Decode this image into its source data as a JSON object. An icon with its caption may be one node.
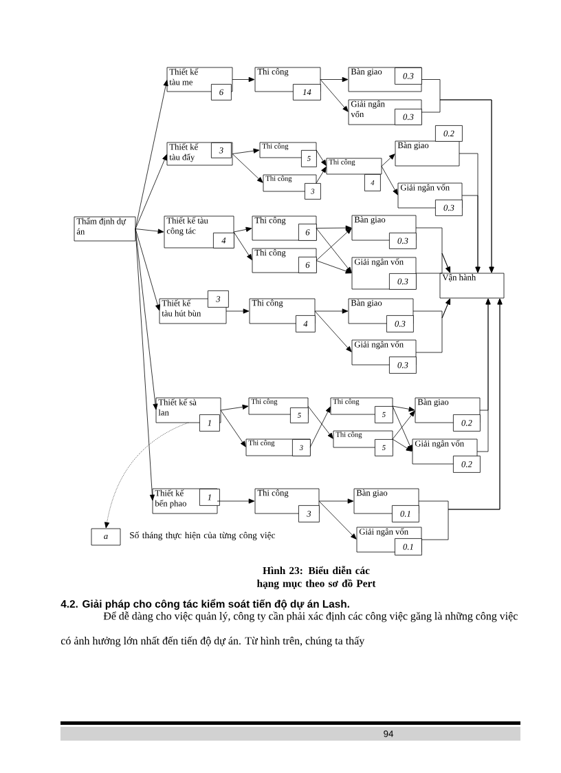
{
  "diagram": {
    "caption": "Hình 23: Biểu diễn các hạng mục theo sơ đồ Pert",
    "nodes": [
      {
        "text": [
          "Thẩm định dự án"
        ]
      },
      {
        "text": [
          "Thiết kế tàu me",
          "6"
        ]
      },
      {
        "text": [
          "Thi công",
          "14"
        ]
      },
      {
        "text": [
          "Bàn giao",
          "0.3"
        ]
      },
      {
        "text": [
          "Giải ngân vốn",
          "0.3"
        ]
      },
      {
        "text": [
          "Thiết kế tàu đẩy",
          "3"
        ]
      },
      {
        "text": [
          "Thi công",
          "5"
        ]
      },
      {
        "text": [
          "Thi công",
          "3"
        ]
      },
      {
        "text": [
          "Thi công",
          "4"
        ]
      },
      {
        "text": [
          "Bàn giao",
          "0.2"
        ]
      },
      {
        "text": [
          "Giải ngân vốn",
          "0.3"
        ]
      },
      {
        "text": [
          "Thiết kế tàu công tác",
          "4"
        ]
      },
      {
        "text": [
          "Thi công",
          "6"
        ]
      },
      {
        "text": [
          "Thi công",
          "6"
        ]
      },
      {
        "text": [
          "Bàn giao",
          "0.3"
        ]
      },
      {
        "text": [
          "Giải ngân vốn",
          "0.3"
        ]
      },
      {
        "text": [
          "Vận hành"
        ]
      },
      {
        "text": [
          "Thiết kế tàu hút bùn",
          "3"
        ]
      },
      {
        "text": [
          "Thi công",
          "4"
        ]
      },
      {
        "text": [
          "Bàn giao",
          "0.3"
        ]
      },
      {
        "text": [
          "Giải ngân vốn",
          "0.3"
        ]
      },
      {
        "text": [
          "Thiết kế sà lan",
          "1"
        ]
      },
      {
        "text": [
          "Thi công",
          "5"
        ]
      },
      {
        "text": [
          "Thi công",
          "3"
        ]
      },
      {
        "text": [
          "Thi công",
          "5"
        ]
      },
      {
        "text": [
          "Thi công",
          "5"
        ]
      },
      {
        "text": [
          "Bàn giao",
          "0.2"
        ]
      },
      {
        "text": [
          "Giải ngân vốn",
          "0.2"
        ]
      },
      {
        "text": [
          "Thiết kế bến phao",
          "1"
        ]
      },
      {
        "text": [
          "Thi công",
          "3"
        ]
      },
      {
        "text": [
          "Bàn giao",
          "0.1"
        ]
      },
      {
        "text": [
          "Giải ngân vốn",
          "0.1"
        ]
      },
      {
        "text": [
          "a"
        ],
        "beside": [
          "Số tháng thực hiện của từng công việc"
        ]
      }
    ],
    "edges": [
      {
        "from": 0,
        "to": 1,
        "arrow": "to"
      },
      {
        "from": 0,
        "to": 5,
        "arrow": "to"
      },
      {
        "from": 0,
        "to": 11,
        "arrow": "to"
      },
      {
        "from": 0,
        "to": 17,
        "arrow": "to"
      },
      {
        "from": 0,
        "to": 21,
        "arrow": "to"
      },
      {
        "from": 0,
        "to": 28,
        "arrow": "to"
      },
      {
        "from": 1,
        "to": 2,
        "arrow": "to"
      },
      {
        "from": 2,
        "to": 3,
        "arrow": "to"
      },
      {
        "from": 2,
        "to": 4,
        "arrow": "to"
      },
      {
        "from": 3,
        "to": 16,
        "arrow": "to"
      },
      {
        "from": 4,
        "to": 16,
        "arrow": "to"
      },
      {
        "from": 5,
        "to": 6,
        "arrow": "to"
      },
      {
        "from": 5,
        "to": 7,
        "arrow": "to"
      },
      {
        "from": 6,
        "to": 8,
        "arrow": "to"
      },
      {
        "from": 7,
        "to": 8,
        "arrow": "to"
      },
      {
        "from": 8,
        "to": 9,
        "arrow": "to"
      },
      {
        "from": 8,
        "to": 10,
        "arrow": "to"
      },
      {
        "from": 9,
        "to": 16,
        "arrow": "to"
      },
      {
        "from": 10,
        "to": 16,
        "arrow": "to"
      },
      {
        "from": 11,
        "to": 12,
        "arrow": "to"
      },
      {
        "from": 11,
        "to": 13,
        "arrow": "to"
      },
      {
        "from": 12,
        "to": 14,
        "arrow": "to"
      },
      {
        "from": 12,
        "to": 15,
        "arrow": "to"
      },
      {
        "from": 13,
        "to": 14,
        "arrow": "to"
      },
      {
        "from": 13,
        "to": 15,
        "arrow": "to"
      },
      {
        "from": 14,
        "to": 16,
        "arrow": "to"
      },
      {
        "from": 15,
        "to": 16,
        "arrow": "to"
      },
      {
        "from": 17,
        "to": 18,
        "arrow": "to"
      },
      {
        "from": 18,
        "to": 19,
        "arrow": "to"
      },
      {
        "from": 18,
        "to": 20,
        "arrow": "to"
      },
      {
        "from": 19,
        "to": 16,
        "arrow": "to"
      },
      {
        "from": 20,
        "to": 16,
        "arrow": "to"
      },
      {
        "from": 21,
        "to": 22,
        "arrow": "to"
      },
      {
        "from": 21,
        "to": 23,
        "arrow": "to"
      },
      {
        "from": 22,
        "to": 25,
        "arrow": "to"
      },
      {
        "from": 23,
        "to": 24,
        "arrow": "to"
      },
      {
        "from": 24,
        "to": 26,
        "arrow": "to"
      },
      {
        "from": 24,
        "to": 27,
        "arrow": "to"
      },
      {
        "from": 25,
        "to": 26,
        "arrow": "to"
      },
      {
        "from": 25,
        "to": 27,
        "arrow": "to"
      },
      {
        "from": 26,
        "to": 16,
        "arrow": "to"
      },
      {
        "from": 27,
        "to": 16,
        "arrow": "to"
      },
      {
        "from": 28,
        "to": 29,
        "arrow": "to"
      },
      {
        "from": 29,
        "to": 30,
        "arrow": "to"
      },
      {
        "from": 29,
        "to": 31,
        "arrow": "to"
      },
      {
        "from": 30,
        "to": 16,
        "arrow": "to"
      },
      {
        "from": 31,
        "to": 16,
        "arrow": "to"
      },
      {
        "from": 21,
        "to": 32,
        "arrow": "to",
        "style": "dashed"
      }
    ],
    "labels": [
      "4.2. Giải pháp cho công tác kiểm soát tiến độ dự án Lash.",
      "Để dễ dàng cho việc quản lý, công ty cần phải xác định các công việc găng là những công việc có ảnh hưởng lớn nhất đến tiến độ dự án. Từ hình trên, chúng ta thấy",
      "94"
    ]
  }
}
